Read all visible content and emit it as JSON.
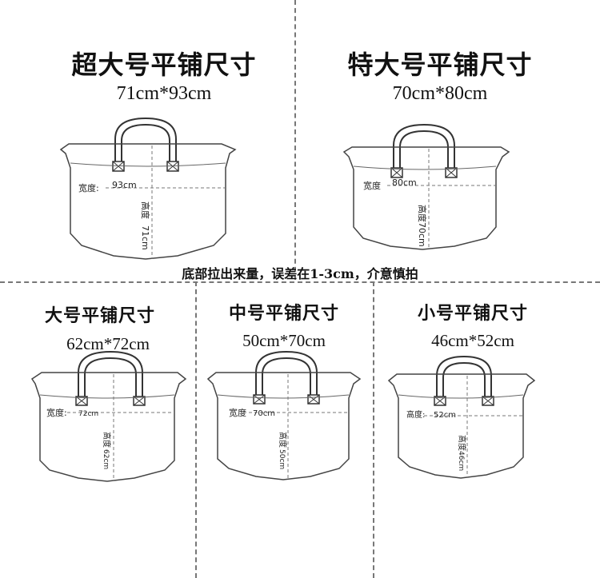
{
  "note": "底部拉出来量，误差在1-3cm，介意慎拍",
  "sizes": [
    {
      "title": "超大号平铺尺寸",
      "dims": "71cm*93cm",
      "width_label": "宽度:",
      "width_value": "93cm",
      "height_label": "高度",
      "height_value": "71cm"
    },
    {
      "title": "特大号平铺尺寸",
      "dims": "70cm*80cm",
      "width_label": "宽度",
      "width_value": "80cm",
      "height_label": "高度",
      "height_value": "70cm"
    },
    {
      "title": "大号平铺尺寸",
      "dims": "62cm*72cm",
      "width_label": "宽度:",
      "width_value": "72cm",
      "height_label": "高度",
      "height_value": "62cm"
    },
    {
      "title": "中号平铺尺寸",
      "dims": "50cm*70cm",
      "width_label": "宽度",
      "width_value": "70cm",
      "height_label": "高度",
      "height_value": "50cm"
    },
    {
      "title": "小号平铺尺寸",
      "dims": "46cm*52cm",
      "width_label": "高度:",
      "width_value": "52cm",
      "height_label": "高度",
      "height_value": "46cm"
    }
  ]
}
